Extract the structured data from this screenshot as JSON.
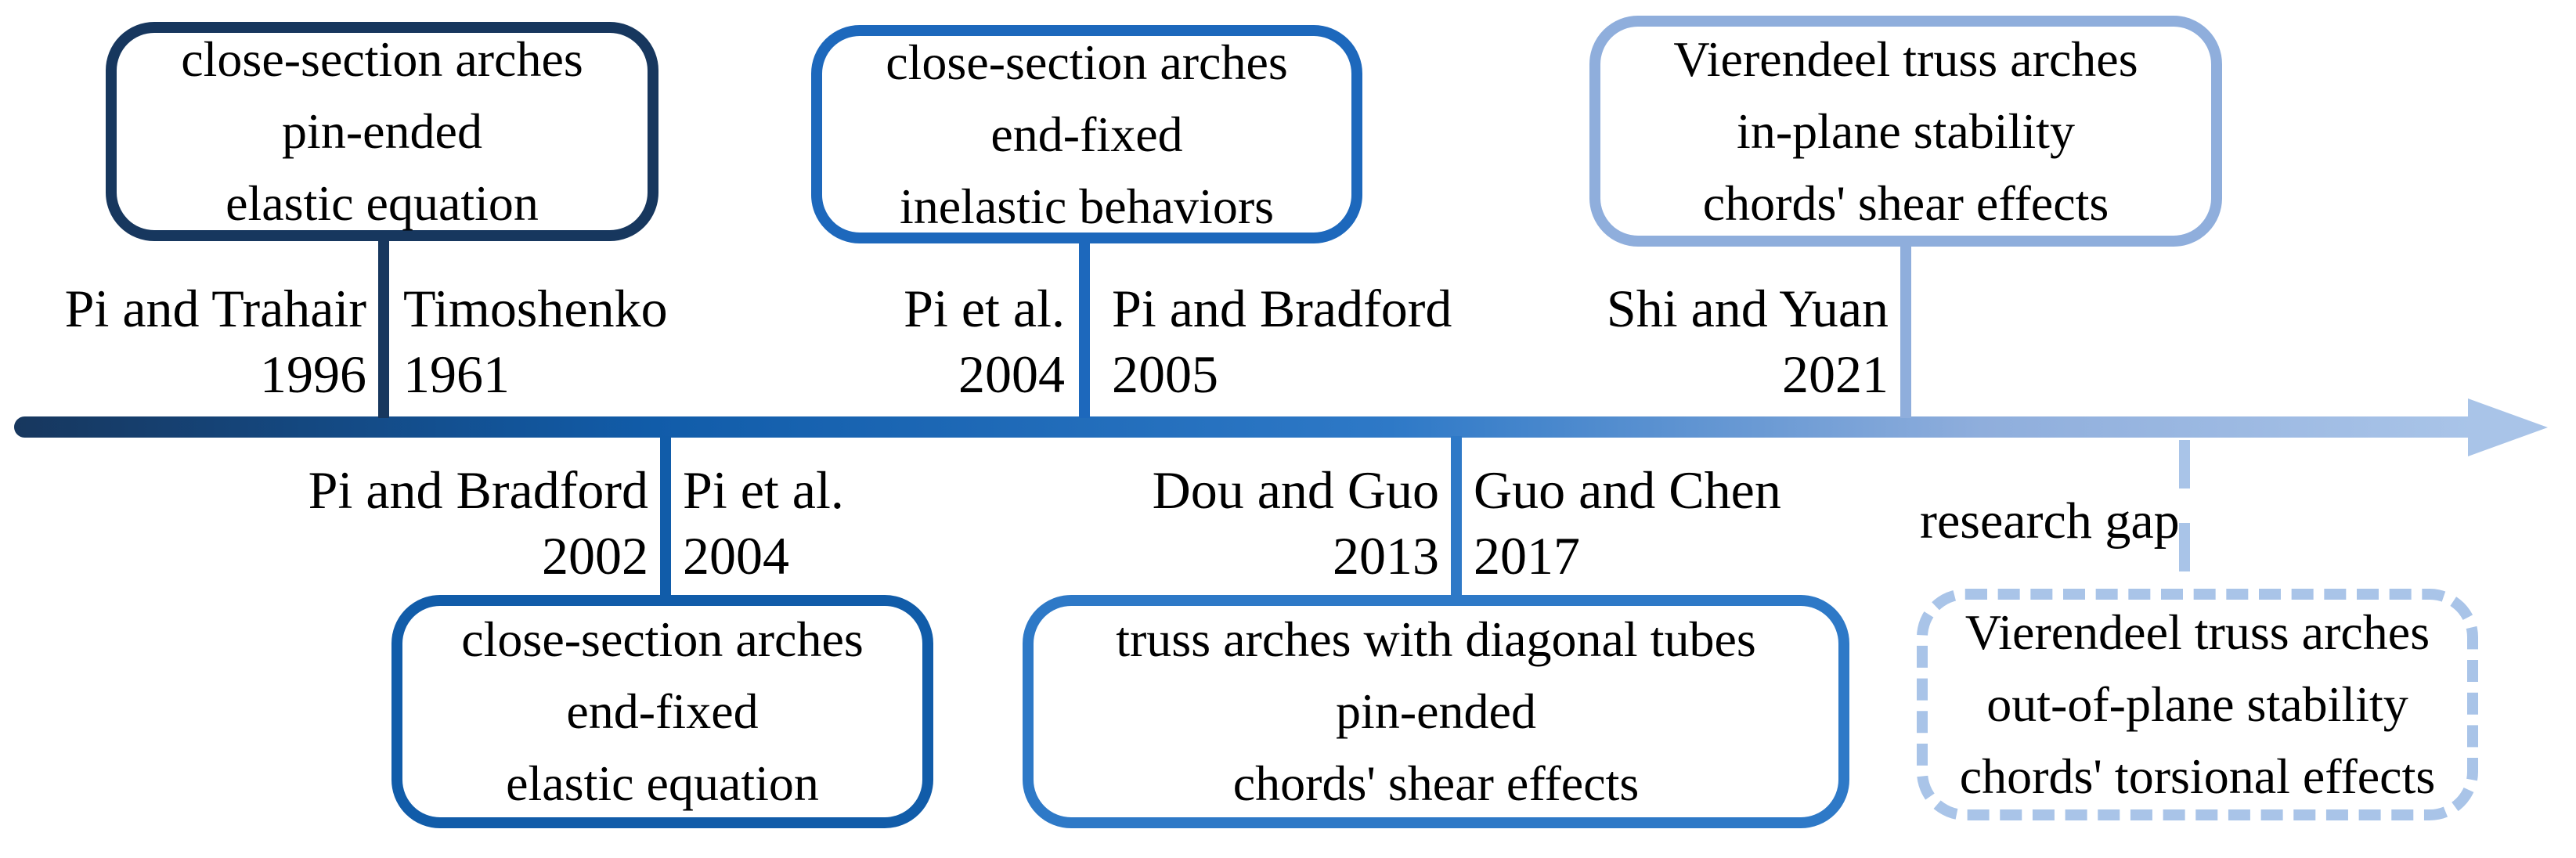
{
  "figure": {
    "type": "research-timeline",
    "description": "timeline of arch stability research leading to a research gap"
  },
  "colors": {
    "navy": "#17375E",
    "blue_dark": "#115CA9",
    "blue_mid": "#1D68BC",
    "blue_bright": "#2E79C7",
    "periwinkle": "#8FAEDC",
    "light": "#A9C4E8"
  },
  "boxes": {
    "top_left": {
      "lines": [
        "close-section arches",
        "pin-ended",
        "elastic equation"
      ]
    },
    "top_middle": {
      "lines": [
        "close-section arches",
        "end-fixed",
        "inelastic behaviors"
      ]
    },
    "top_right": {
      "lines": [
        "Vierendeel truss arches",
        "in-plane stability",
        "chords' shear effects"
      ]
    },
    "bottom_left": {
      "lines": [
        "close-section arches",
        "end-fixed",
        "elastic equation"
      ]
    },
    "bottom_middle": {
      "lines": [
        "truss arches with diagonal tubes",
        "pin-ended",
        "chords' shear effects"
      ]
    },
    "bottom_right": {
      "lines": [
        "Vierendeel truss arches",
        "out-of-plane stability",
        "chords' torsional effects"
      ]
    }
  },
  "authors": {
    "pi_trahair": {
      "name": "Pi and Trahair",
      "year": "1996"
    },
    "timoshenko": {
      "name": "Timoshenko",
      "year": "1961"
    },
    "pi_etal_top": {
      "name": "Pi et al.",
      "year": "2004"
    },
    "pi_bradford_2005": {
      "name": "Pi and Bradford",
      "year": "2005"
    },
    "shi_yuan": {
      "name": "Shi and Yuan",
      "year": "2021"
    },
    "pi_bradford_2002": {
      "name": "Pi and Bradford",
      "year": "2002"
    },
    "pi_etal_bottom": {
      "name": "Pi et al.",
      "year": "2004"
    },
    "dou_guo": {
      "name": "Dou and Guo",
      "year": "2013"
    },
    "guo_chen": {
      "name": "Guo and Chen",
      "year": "2017"
    }
  },
  "labels": {
    "research_gap": "research gap"
  }
}
